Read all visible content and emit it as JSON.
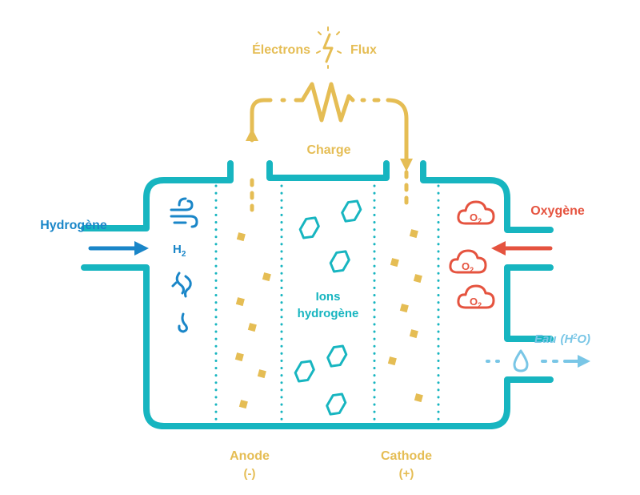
{
  "labels": {
    "electrons": "Électrons",
    "flux": "Flux",
    "charge": "Charge",
    "hydrogen": "Hydrogène",
    "h2_symbol": "H",
    "h2_subscript": "2",
    "oxygen": "Oxygène",
    "water_eau": "Eau",
    "water_formula_open": "(H",
    "water_formula_sub": "2",
    "water_formula_close": "O)",
    "ions_line1": "Ions",
    "ions_line2": "hydrogène",
    "anode": "Anode",
    "anode_sign": "(-)",
    "cathode": "Cathode",
    "cathode_sign": "(+)",
    "o2_symbol": "O",
    "o2_subscript": "2"
  },
  "colors": {
    "teal": "#17b5c0",
    "blue": "#1a86c8",
    "gold": "#e5bd54",
    "red": "#e5533f",
    "light_blue": "#79c6e6"
  }
}
